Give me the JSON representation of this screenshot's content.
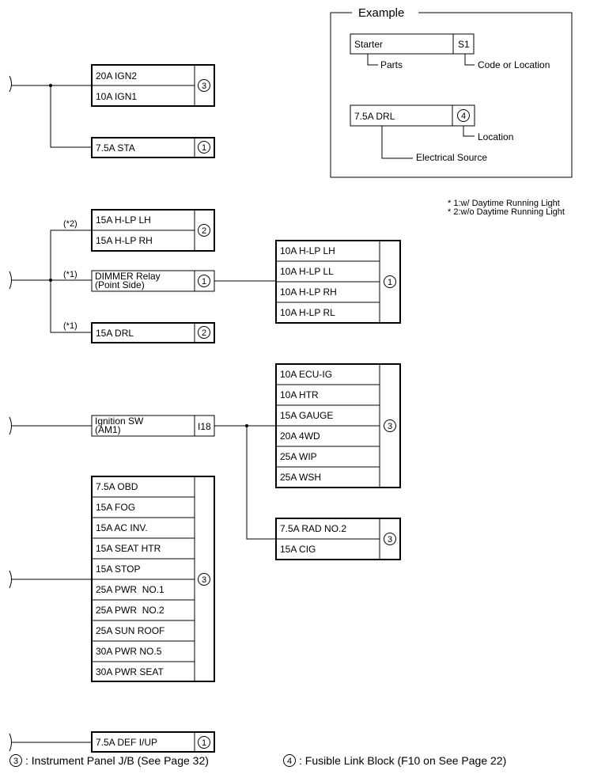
{
  "example": {
    "title": "Example",
    "part_label": "Starter",
    "part_code": "S1",
    "parts_caption": "Parts",
    "code_caption": "Code or Location",
    "source_label": "7.5A DRL",
    "source_loc": "4",
    "location_caption": "Location",
    "source_caption": "Electrical Source"
  },
  "notes": [
    "* 1:w/ Daytime Running Light",
    "* 2:w/o Daytime Running Light"
  ],
  "group1": {
    "box_a": {
      "items": [
        "20A IGN2",
        "10A IGN1"
      ],
      "loc": "3"
    },
    "box_b": {
      "items": [
        "7.5A STA"
      ],
      "loc": "1"
    }
  },
  "group2": {
    "tag_upper": "(*2)",
    "tag_mid": "(*1)",
    "tag_lower": "(*1)",
    "box_hlp": {
      "items": [
        "15A H-LP LH",
        "15A H-LP RH"
      ],
      "loc": "2"
    },
    "dimmer": {
      "line1": "DIMMER Relay",
      "line2": "(Point Side)",
      "loc": "1"
    },
    "box_hlp10": {
      "items": [
        "10A H-LP LH",
        "10A H-LP LL",
        "10A H-LP RH",
        "10A H-LP RL"
      ],
      "loc": "1"
    },
    "box_drl": {
      "items": [
        "15A DRL"
      ],
      "loc": "2"
    }
  },
  "group3": {
    "ign": {
      "line1": "Ignition SW",
      "line2": "(AM1)",
      "code": "I18"
    },
    "box_ecu": {
      "items": [
        "10A ECU-IG",
        "10A HTR",
        "15A GAUGE",
        "20A 4WD",
        "25A WIP",
        "25A WSH"
      ],
      "loc": "3"
    },
    "box_rad": {
      "items": [
        "7.5A RAD NO.2",
        "15A CIG"
      ],
      "loc": "3"
    }
  },
  "group4": {
    "box_obd": {
      "items": [
        "7.5A OBD",
        "15A FOG",
        "15A AC INV.",
        "15A SEAT HTR",
        "15A STOP",
        "25A PWR  NO.1",
        "25A PWR  NO.2",
        "25A SUN ROOF",
        "30A PWR NO.5",
        "30A PWR SEAT"
      ],
      "loc": "3"
    }
  },
  "group5": {
    "box_def": {
      "items": [
        "7.5A DEF I/UP"
      ],
      "loc": "1"
    }
  },
  "footer": {
    "left_loc": "3",
    "left_text": ": Instrument Panel J/B (See Page 32)",
    "right_loc": "4",
    "right_text": ": Fusible Link Block (F10 on See Page 22)"
  }
}
